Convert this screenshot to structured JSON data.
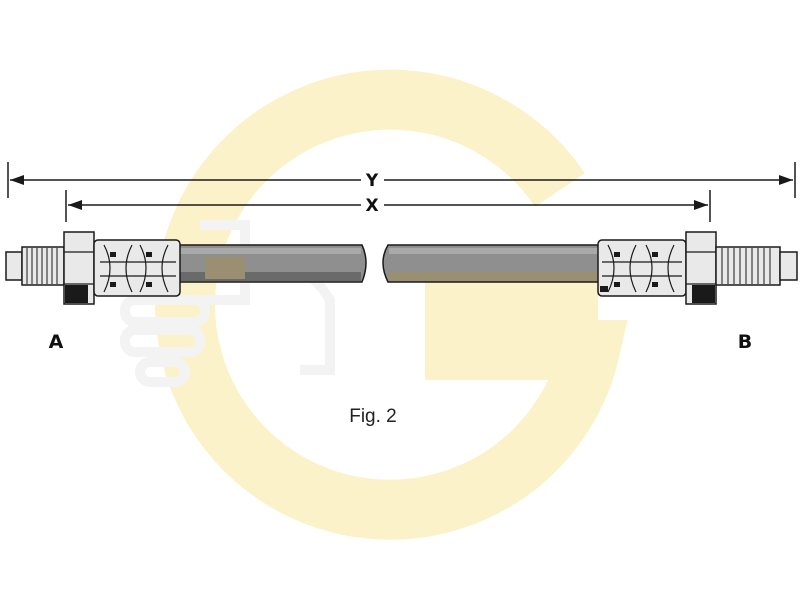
{
  "labels": {
    "end_a": "A",
    "end_b": "B",
    "dim_y": "Y",
    "dim_x": "X"
  },
  "caption": "Fig. 2",
  "colors": {
    "hose": "#8f8f8f",
    "hose_highlight": "#a9a9a9",
    "hose_shadow": "#5e5e5e",
    "hose_tan_band": "#9b8f72",
    "fitting_fill": "#e9e9e9",
    "outline": "#1a1a1a",
    "watermark": "#fbf2c9"
  },
  "icons": {
    "watermark": "brand-logo-watermark"
  }
}
